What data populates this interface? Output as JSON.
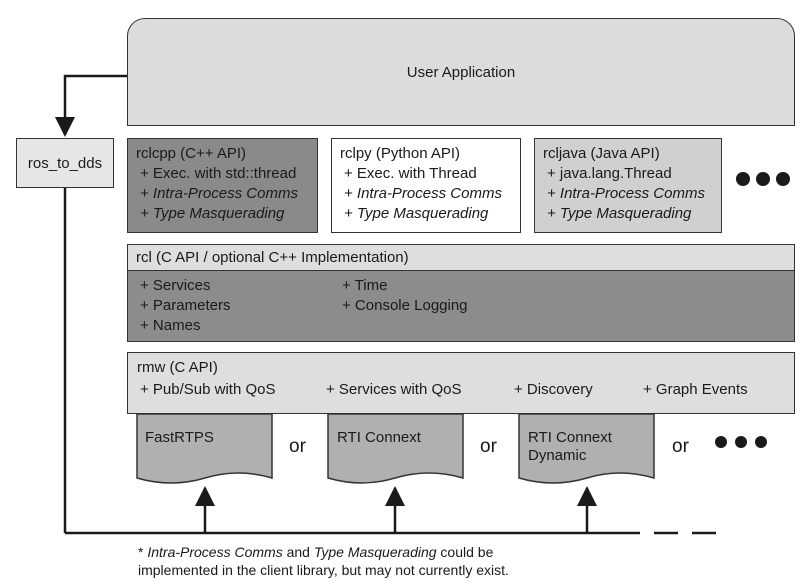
{
  "user_application": {
    "label": "User Application"
  },
  "bridge": {
    "label": "ros_to_dds"
  },
  "client_libraries": [
    {
      "title": "rclcpp (C++ API)",
      "items": [
        "+ Exec. with std::thread",
        "+ Intra-Process Comms",
        "+ Type Masquerading"
      ]
    },
    {
      "title": "rclpy (Python API)",
      "items": [
        "+ Exec. with Thread",
        "+ Intra-Process Comms",
        "+ Type Masquerading"
      ]
    },
    {
      "title": "rcljava (Java API)",
      "items": [
        "+ java.lang.Thread",
        "+ Intra-Process Comms",
        "+ Type Masquerading"
      ]
    }
  ],
  "rcl": {
    "title": "rcl (C API / optional C++ Implementation)",
    "col1": [
      "+ Services",
      "+ Parameters",
      "+ Names"
    ],
    "col2": [
      "+ Time",
      "+ Console Logging"
    ]
  },
  "rmw": {
    "title": "rmw (C API)",
    "items": [
      "+ Pub/Sub with QoS",
      "+ Services with QoS",
      "+ Discovery",
      "+ Graph Events"
    ]
  },
  "dds": {
    "impl1": "FastRTPS",
    "impl2": "RTI Connext",
    "impl3_line1": "RTI Connext",
    "impl3_line2": "Dynamic",
    "or_label": "or"
  },
  "footnote": {
    "prefix": "* ",
    "term1": "Intra-Process Comms",
    "and": " and ",
    "term2": "Type Masquerading",
    "rest": " could be",
    "line2": "implemented in the client library, but may not currently exist."
  },
  "colors": {
    "user_app_fill": "#dcdcdc",
    "rclcpp_fill": "#8a8a8a",
    "rclpy_fill": "#ffffff",
    "rcljava_fill": "#d0d0d0",
    "rcl_fill": "#8c8c8c",
    "rcl_head_fill": "#dedede",
    "rmw_fill": "#dedede",
    "dds_fill": "#b0b0b0",
    "bridge_fill": "#e6e6e6"
  }
}
